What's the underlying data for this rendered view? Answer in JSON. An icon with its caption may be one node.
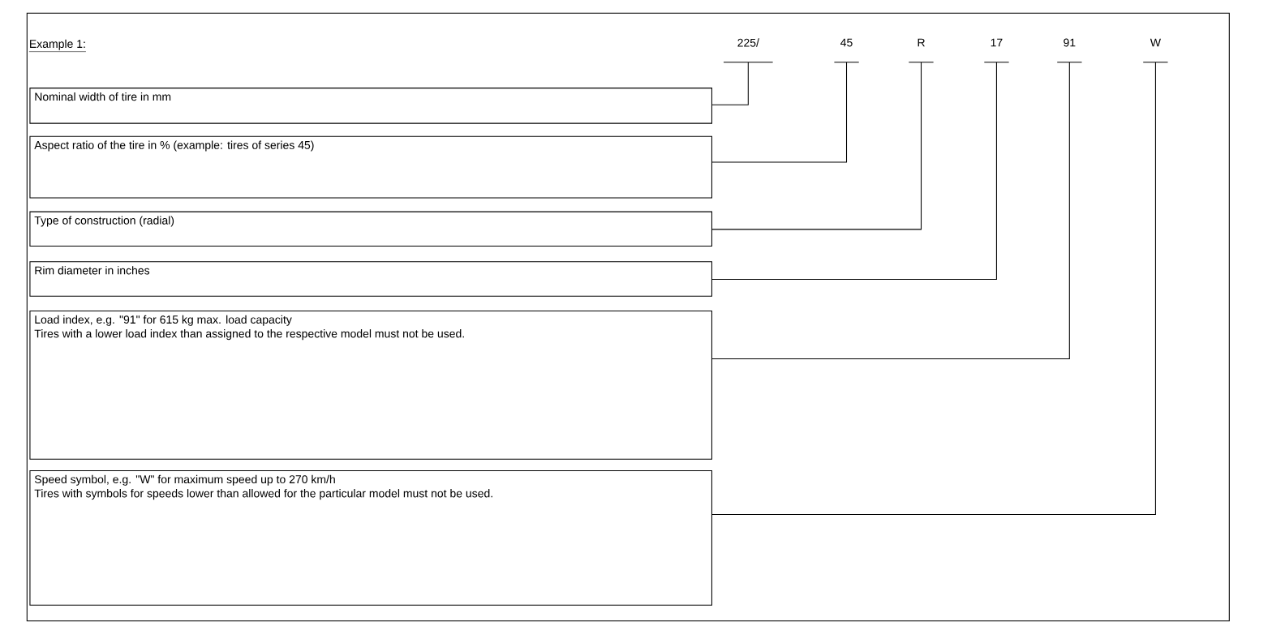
{
  "diagram": {
    "nodes": [
      {
        "text": [
          "Nominal width of tire in mm"
        ]
      },
      {
        "text": [
          "Aspect ratio of the tire in % (example: tires of series 45)"
        ]
      },
      {
        "text": [
          "Type of construction (radial)"
        ]
      },
      {
        "text": [
          "Rim diameter in inches"
        ]
      },
      {
        "text": [
          "Load index, e.g. \"91\" for 615 kg max. load capacity",
          "Tires with a lower load index than assigned to the respective model must not be used."
        ]
      },
      {
        "text": [
          "Speed symbol, e.g. \"W\" for maximum speed up to 270 km/h",
          "Tires with symbols for speeds lower than allowed for the particular model must not be used."
        ]
      },
      {
        "text": [
          "225/"
        ]
      },
      {
        "text": [
          "45"
        ]
      },
      {
        "text": [
          "R"
        ]
      },
      {
        "text": [
          "17"
        ]
      },
      {
        "text": [
          "91"
        ]
      },
      {
        "text": [
          "W"
        ]
      }
    ],
    "edges": [
      {
        "from": 0,
        "to": 6,
        "arrow": "none"
      },
      {
        "from": 1,
        "to": 7,
        "arrow": "none"
      },
      {
        "from": 2,
        "to": 8,
        "arrow": "none"
      },
      {
        "from": 3,
        "to": 9,
        "arrow": "none"
      },
      {
        "from": 4,
        "to": 10,
        "arrow": "none"
      },
      {
        "from": 5,
        "to": 11,
        "arrow": "none"
      }
    ],
    "labels": [
      "Example 1:"
    ]
  }
}
